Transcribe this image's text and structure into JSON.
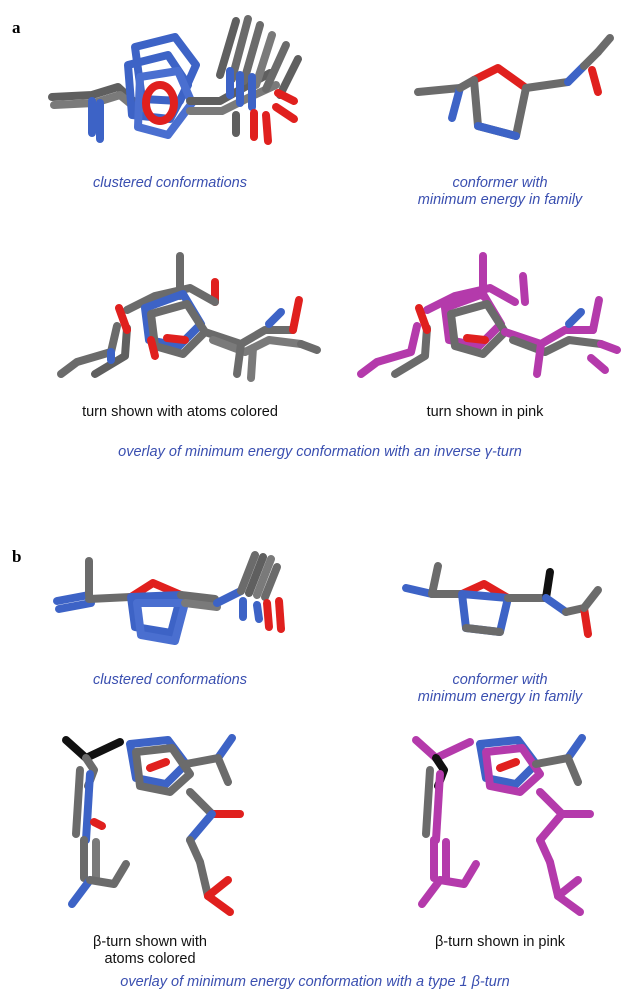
{
  "panels": [
    {
      "letter": "a",
      "captions": {
        "clustered": "clustered conformations",
        "conformer_line1": "conformer with",
        "conformer_line2": "minimum energy in family",
        "turn_atoms": "turn shown with atoms colored",
        "turn_pink": "turn shown in pink",
        "overlay": "overlay of minimum energy conformation with an inverse γ-turn"
      }
    },
    {
      "letter": "b",
      "captions": {
        "clustered": "clustered conformations",
        "conformer_line1": "conformer with",
        "conformer_line2": "minimum energy in family",
        "turn_atoms_line1": "β-turn shown with",
        "turn_atoms_line2": "atoms colored",
        "turn_pink": "β-turn shown in pink",
        "overlay": "overlay of minimum energy conformation with a type 1 β-turn"
      }
    }
  ],
  "colors": {
    "carbon": "#6b6b6b",
    "nitrogen": "#3d63c6",
    "oxygen": "#e0201e",
    "turn_pink": "#b43aab",
    "caption_blue": "#3a4fb0"
  }
}
